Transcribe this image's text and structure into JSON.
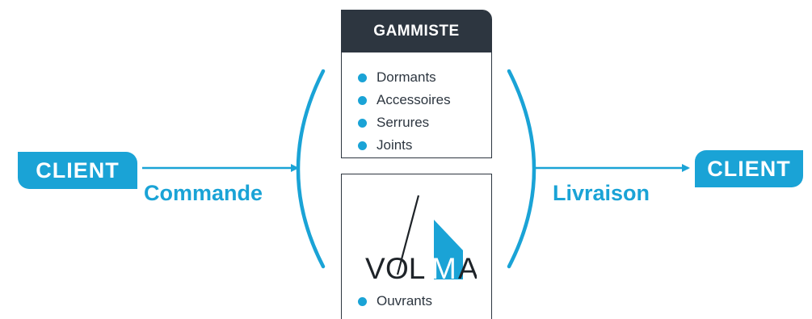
{
  "flow": {
    "client_left": "CLIENT",
    "client_right": "CLIENT",
    "commande": "Commande",
    "livraison": "Livraison"
  },
  "gammiste": {
    "title": "GAMMISTE",
    "items": [
      "Dormants",
      "Accessoires",
      "Serrures",
      "Joints"
    ]
  },
  "volma": {
    "logo_text": "VOLMA",
    "items": [
      "Ouvrants"
    ]
  },
  "colors": {
    "accent": "#1aa3d6",
    "dark": "#2d3640"
  },
  "icons": [
    "bullet-icon",
    "arrow-icon",
    "volma-logo-icon"
  ]
}
